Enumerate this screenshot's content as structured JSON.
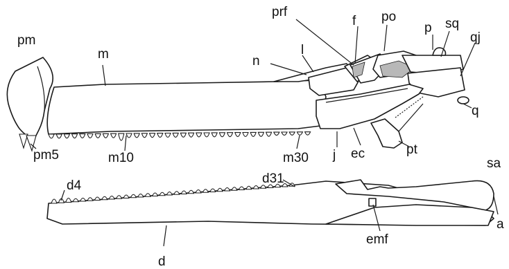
{
  "figure": {
    "colors": {
      "ink": "#1a1a1a",
      "shading": "#b8b8b8",
      "background": "#ffffff"
    },
    "labels": {
      "pm": "pm",
      "m": "m",
      "prf": "prf",
      "f": "f",
      "po": "po",
      "p": "p",
      "sq": "sq",
      "qj": "qj",
      "n": "n",
      "l": "l",
      "q": "q",
      "pm5": "pm5",
      "m10": "m10",
      "m30": "m30",
      "j": "j",
      "ec": "ec",
      "pt": "pt",
      "sa": "sa",
      "d4": "d4",
      "d31": "d31",
      "a": "a",
      "emf": "emf",
      "d": "d"
    }
  }
}
